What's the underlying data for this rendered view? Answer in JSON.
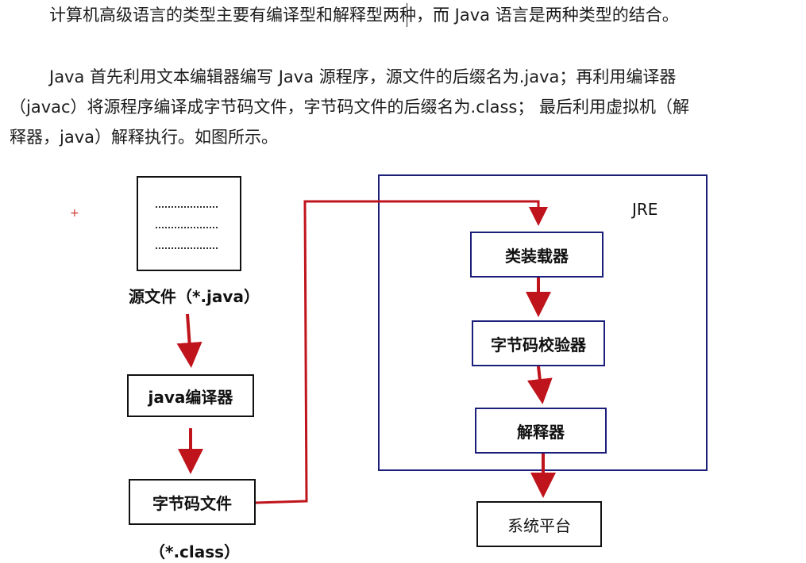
{
  "paragraph1": {
    "line1": "计算机高级语言的类型主要有编译型和解释型两种，而 Java 语言是两种类型的结合。"
  },
  "paragraph2": {
    "line1": "Java 首先利用文本编辑器编写 Java 源程序，源文件的后缀名为.java；再利用编译器",
    "line2": "（javac）将源程序编译成字节码文件，字节码文件的后缀名为.class； 最后利用虚拟机（解",
    "line3": "释器，java）解释执行。如图所示。"
  },
  "diagram": {
    "source_file_label": "源文件（*.java）",
    "compiler_label": "java编译器",
    "bytecode_file_label": "字节码文件",
    "bytecode_ext_label": "（*.class）",
    "jre_label": "JRE",
    "class_loader_label": "类装载器",
    "bytecode_verifier_label": "字节码校验器",
    "interpreter_label": "解释器",
    "system_platform_label": "系统平台"
  },
  "colors": {
    "arrow": "#c0141c",
    "jre_border": "#1c1f7a",
    "box_border": "#111111"
  }
}
